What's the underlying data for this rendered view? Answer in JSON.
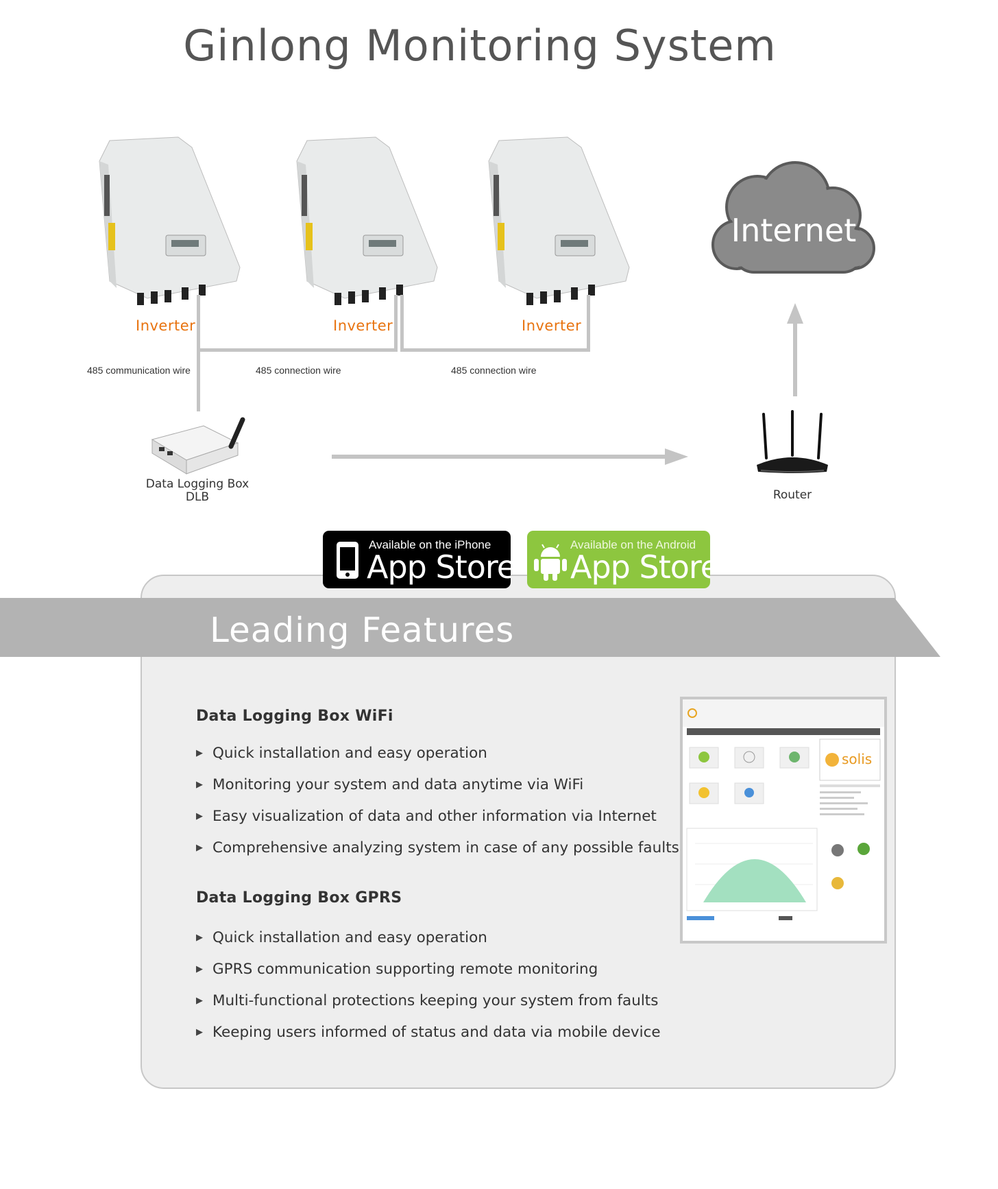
{
  "title": "Ginlong Monitoring System",
  "diagram": {
    "inverter_label": "Inverter",
    "wire_labels": [
      "485 communication wire",
      "485 connection wire",
      "485 connection wire"
    ],
    "dlb_label_line1": "Data Logging Box",
    "dlb_label_line2": "DLB",
    "router_label": "Router",
    "internet_label": "Internet"
  },
  "app_buttons": {
    "iphone": {
      "small": "Available on the iPhone",
      "big": "App Store",
      "color": "#000000"
    },
    "android": {
      "small": "Available on the Android",
      "big": "App Store",
      "color": "#8dc63f"
    }
  },
  "features": {
    "banner_title": "Leading Features",
    "wifi": {
      "heading": "Data Logging Box WiFi",
      "items": [
        "Quick installation and easy operation",
        "Monitoring your system and data anytime via WiFi",
        "Easy visualization of data and other information via Internet",
        "Comprehensive analyzing system in case of any possible faults"
      ]
    },
    "gprs": {
      "heading": "Data Logging Box GPRS",
      "items": [
        "Quick installation and easy operation",
        "GPRS communication supporting remote monitoring",
        "Multi-functional protections keeping your system from faults",
        "Keeping users informed of status and data via mobile device"
      ]
    }
  },
  "screenshot": {
    "brand": "solis"
  },
  "colors": {
    "accent": "#e8730f",
    "banner": "#b3b3b3",
    "panel": "#eeeeee",
    "cloud": "#888888"
  }
}
